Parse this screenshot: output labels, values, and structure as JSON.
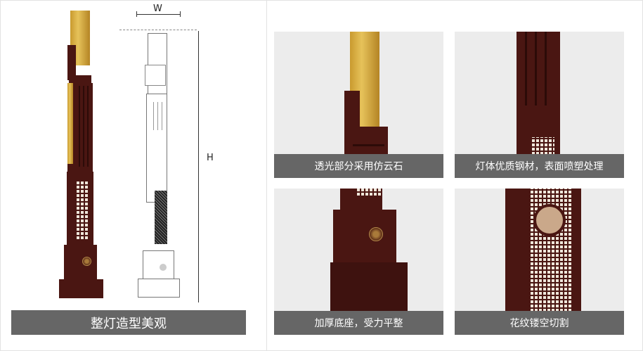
{
  "main_view": {
    "caption": "整灯造型美观",
    "width_label": "W",
    "height_label": "H"
  },
  "details": [
    {
      "caption": "透光部分采用仿云石"
    },
    {
      "caption": "灯体优质钢材，表面喷塑处理"
    },
    {
      "caption": "加厚底座，受力平整"
    },
    {
      "caption": "花纹镂空切割"
    }
  ]
}
